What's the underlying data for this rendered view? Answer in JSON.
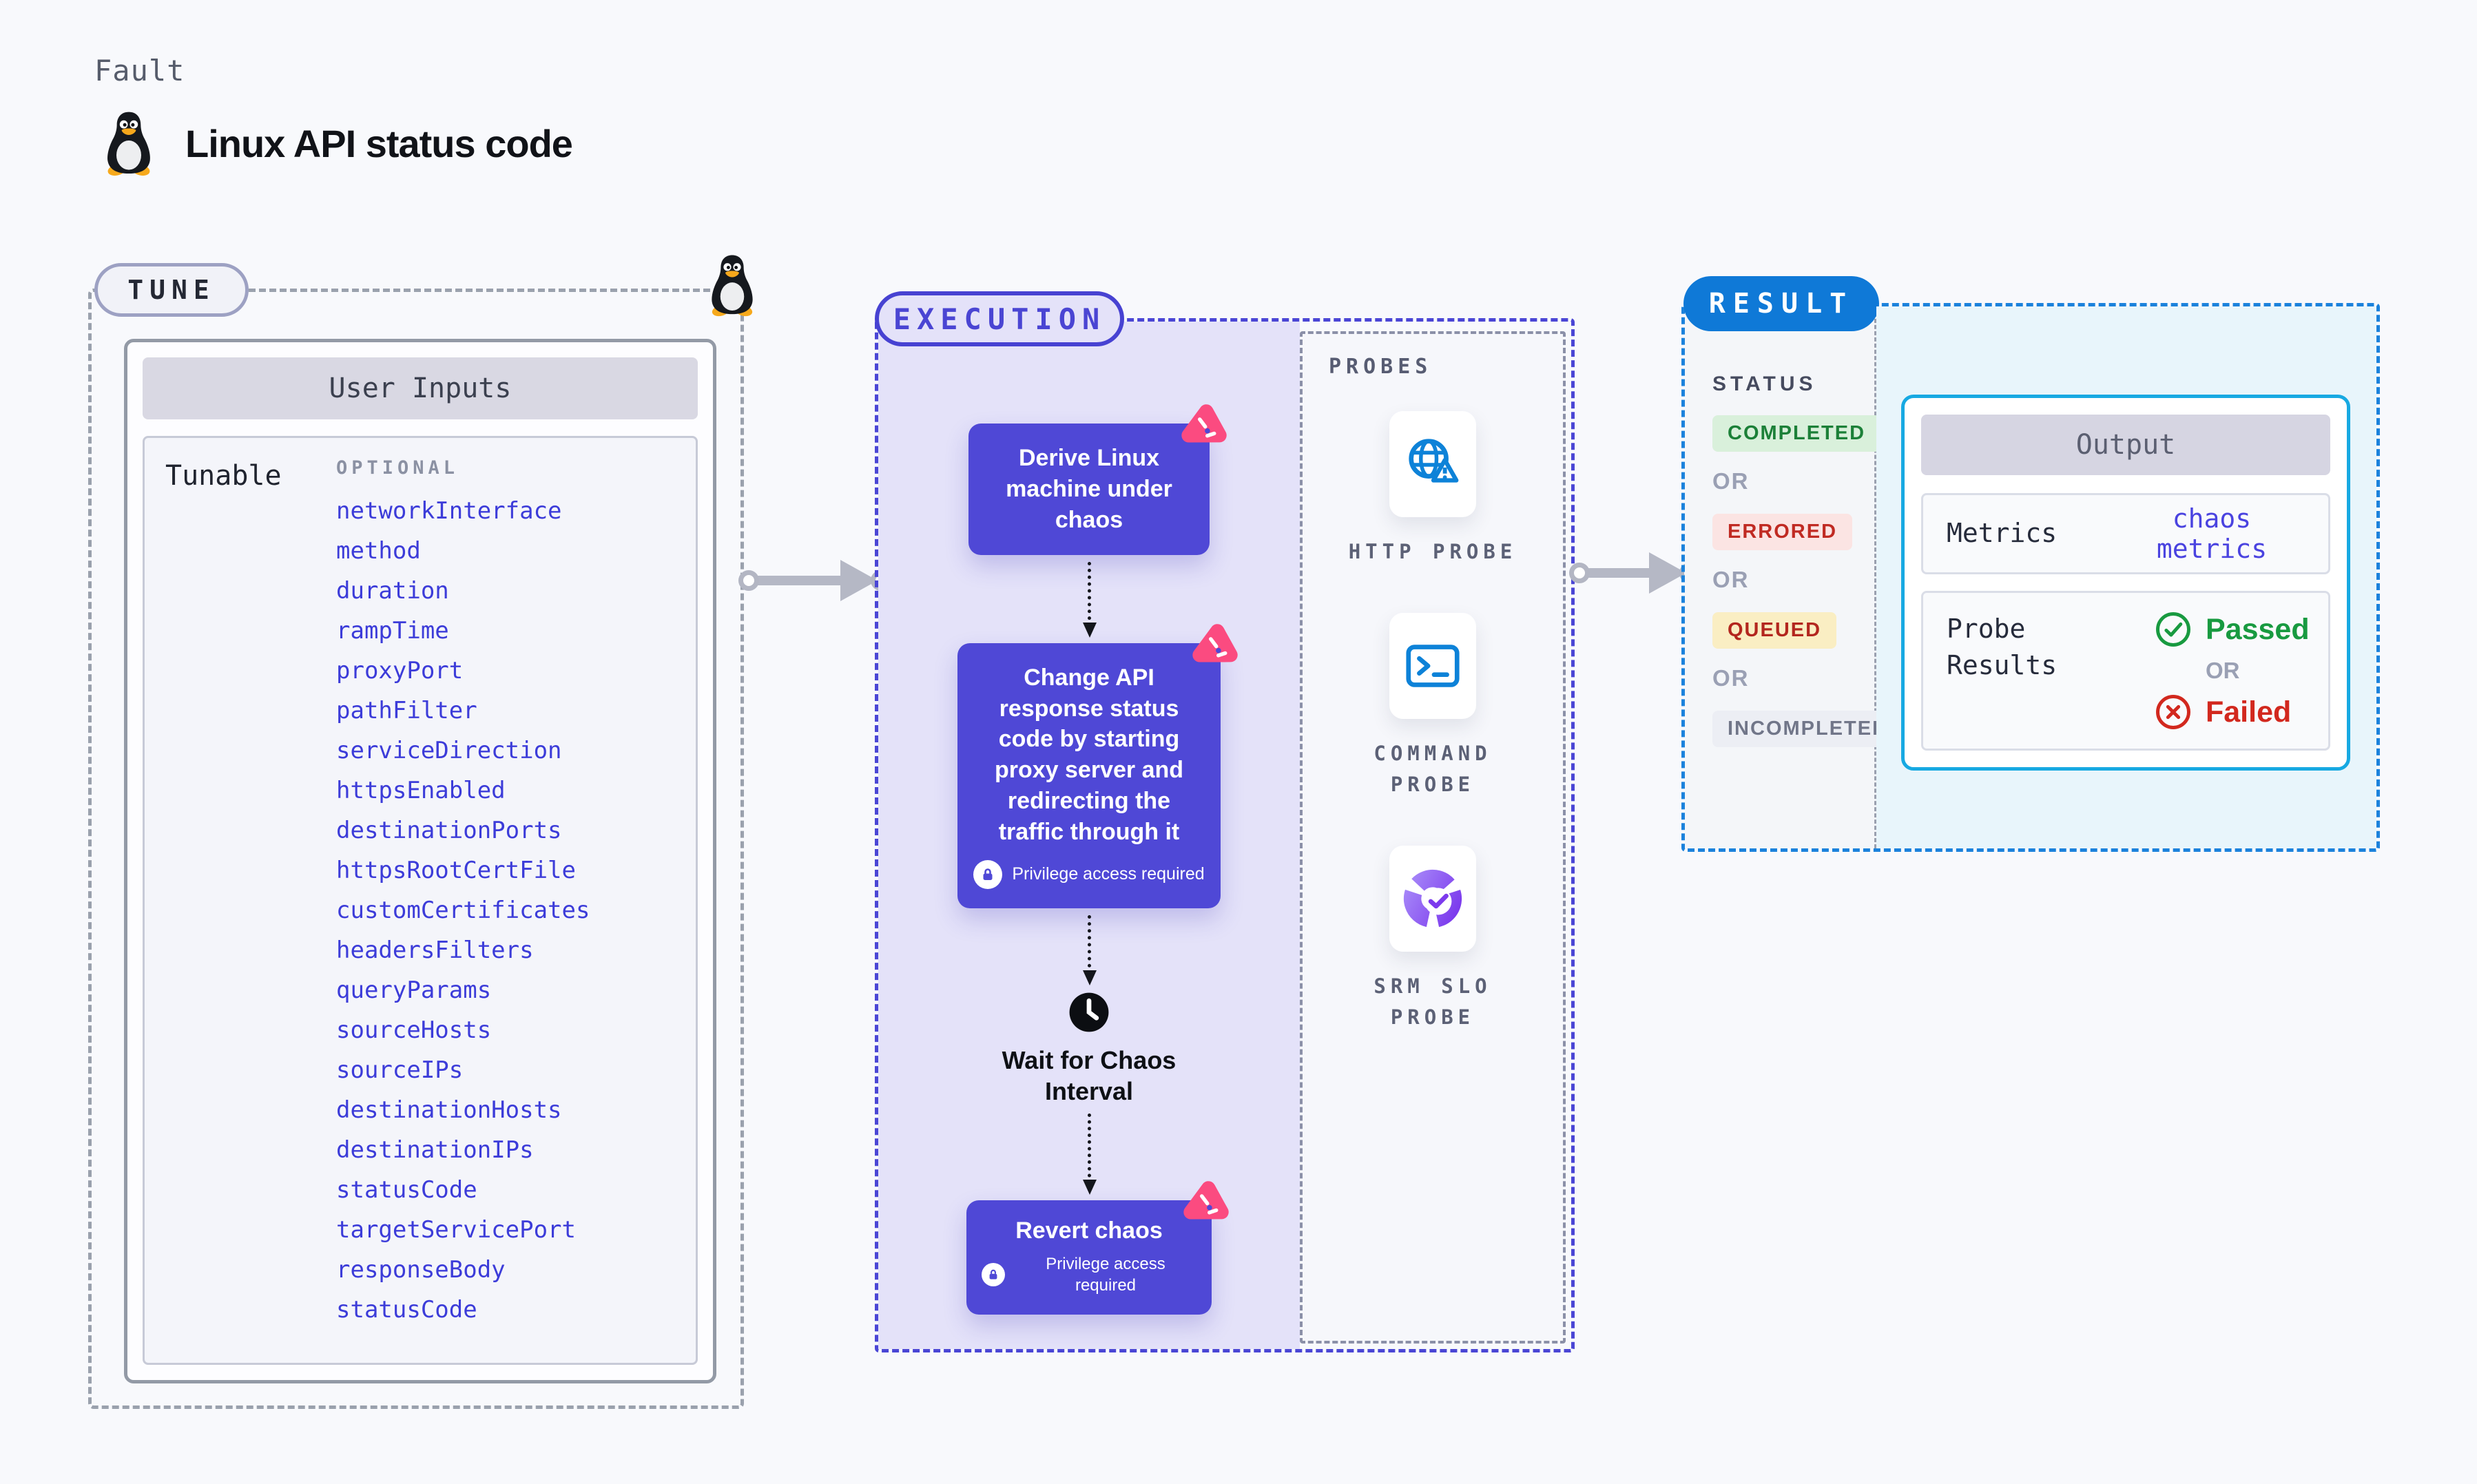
{
  "page": {
    "kicker": "Fault",
    "title": "Linux API status code"
  },
  "tune": {
    "label": "TUNE",
    "panel_title": "User Inputs",
    "row_label": "Tunable",
    "column_label": "OPTIONAL",
    "items": [
      "networkInterface",
      "method",
      "duration",
      "rampTime",
      "proxyPort",
      "pathFilter",
      "serviceDirection",
      "httpsEnabled",
      "destinationPorts",
      "httpsRootCertFile",
      "customCertificates",
      "headersFilters",
      "queryParams",
      "sourceHosts",
      "sourceIPs",
      "destinationHosts",
      "destinationIPs",
      "statusCode",
      "targetServicePort",
      "responseBody",
      "statusCode"
    ]
  },
  "execution": {
    "label": "EXECUTION",
    "step_derive": "Derive Linux machine under chaos",
    "step_change": "Change API response status code by starting proxy server and redirecting the traffic through it",
    "step_wait": "Wait for Chaos Interval",
    "step_revert": "Revert chaos",
    "privilege_note": "Privilege access required"
  },
  "probes": {
    "label": "PROBES",
    "items": [
      {
        "label": "HTTP PROBE",
        "icon": "globe-alert-icon"
      },
      {
        "label": "COMMAND PROBE",
        "icon": "terminal-icon"
      },
      {
        "label": "SRM SLO PROBE",
        "icon": "donut-check-icon"
      }
    ]
  },
  "result": {
    "label": "RESULT",
    "status_heading": "STATUS",
    "or_label": "OR",
    "statuses": {
      "completed": "COMPLETED",
      "errored": "ERRORED",
      "queued": "QUEUED",
      "incompleted": "INCOMPLETED"
    },
    "output": {
      "title": "Output",
      "metrics_label": "Metrics",
      "metrics_link": "chaos metrics",
      "probe_results_label": "Probe Results",
      "passed_label": "Passed",
      "failed_label": "Failed"
    }
  },
  "colors": {
    "background": "#f8f9fc",
    "accent_indigo": "#4f48d6",
    "accent_blue": "#0f79d7",
    "accent_cyan": "#17a9e2",
    "lavender_panel": "#e4e2f9",
    "litmus_pink": "#fb4b80",
    "probe_blue": "#0d82d8",
    "srm_purple": "#7c3aed",
    "success_green": "#189a40",
    "error_red": "#d2281e",
    "queued_yellow_bg": "#faeec3",
    "completed_green_bg": "#d9f0db",
    "errored_red_bg": "#fbe4e3",
    "incompleted_gray_bg": "#eceef4"
  }
}
